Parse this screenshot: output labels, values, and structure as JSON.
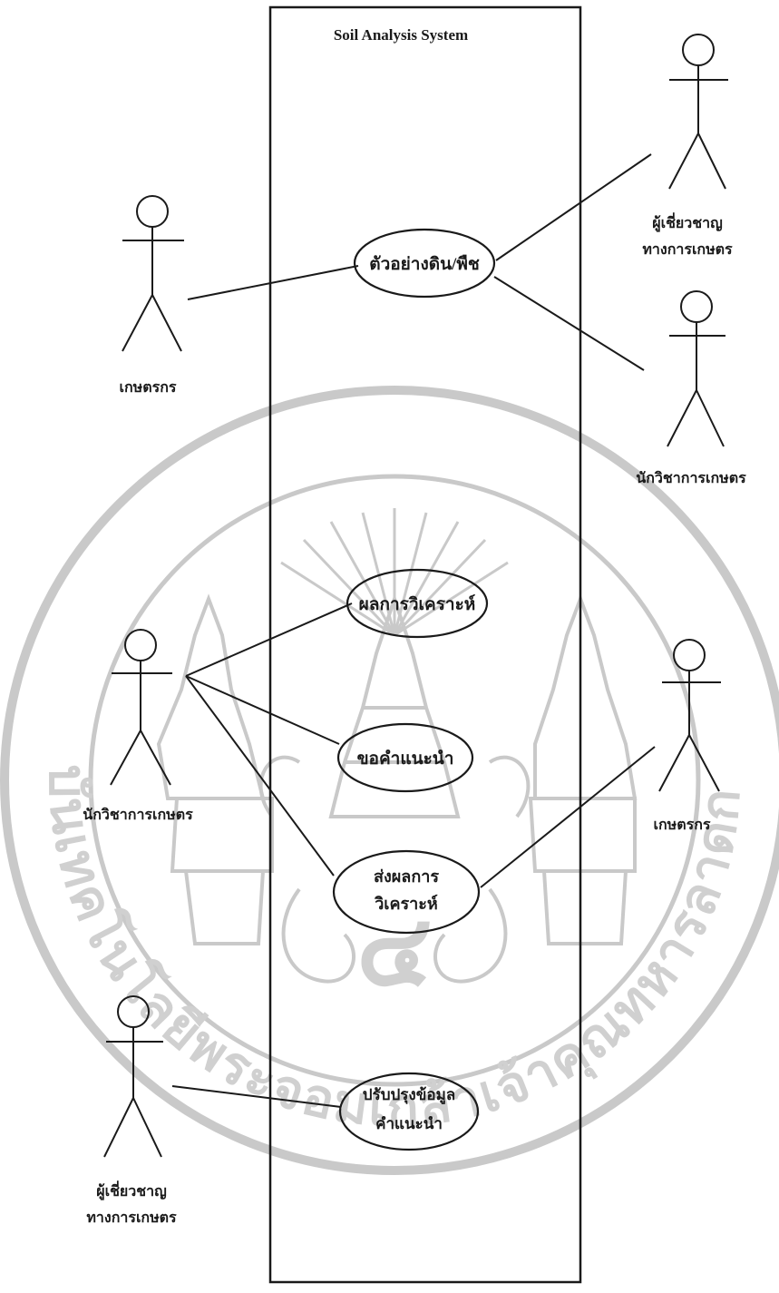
{
  "system": {
    "title": "Soil Analysis System"
  },
  "actors": {
    "farmer_top": "เกษตรกร",
    "expert_top_line1": "ผู้เชี่ยวชาญ",
    "expert_top_line2": "ทางการเกษตร",
    "academic_top": "นักวิชาการเกษตร",
    "academic_left": "นักวิชาการเกษตร",
    "farmer_right": "เกษตรกร",
    "expert_bottom_line1": "ผู้เชี่ยวชาญ",
    "expert_bottom_line2": "ทางการเกษตร"
  },
  "use_cases": {
    "sample": "ตัวอย่างดิน/พืช",
    "analysis_result": "ผลการวิเคราะห์",
    "advice": "ขอคำแนะนำ",
    "send_result_line1": "ส่งผลการ",
    "send_result_line2": "วิเคราะห์",
    "update_advice_line1": "ปรับปรุงข้อมูล",
    "update_advice_line2": "คำแนะนำ"
  },
  "watermark": {
    "seal_text": "สถาบันเทคโนโลยีพระจอมเกล้าเจ้าคุณทหารลาดกระบัง",
    "seal_numeral": "๔"
  }
}
